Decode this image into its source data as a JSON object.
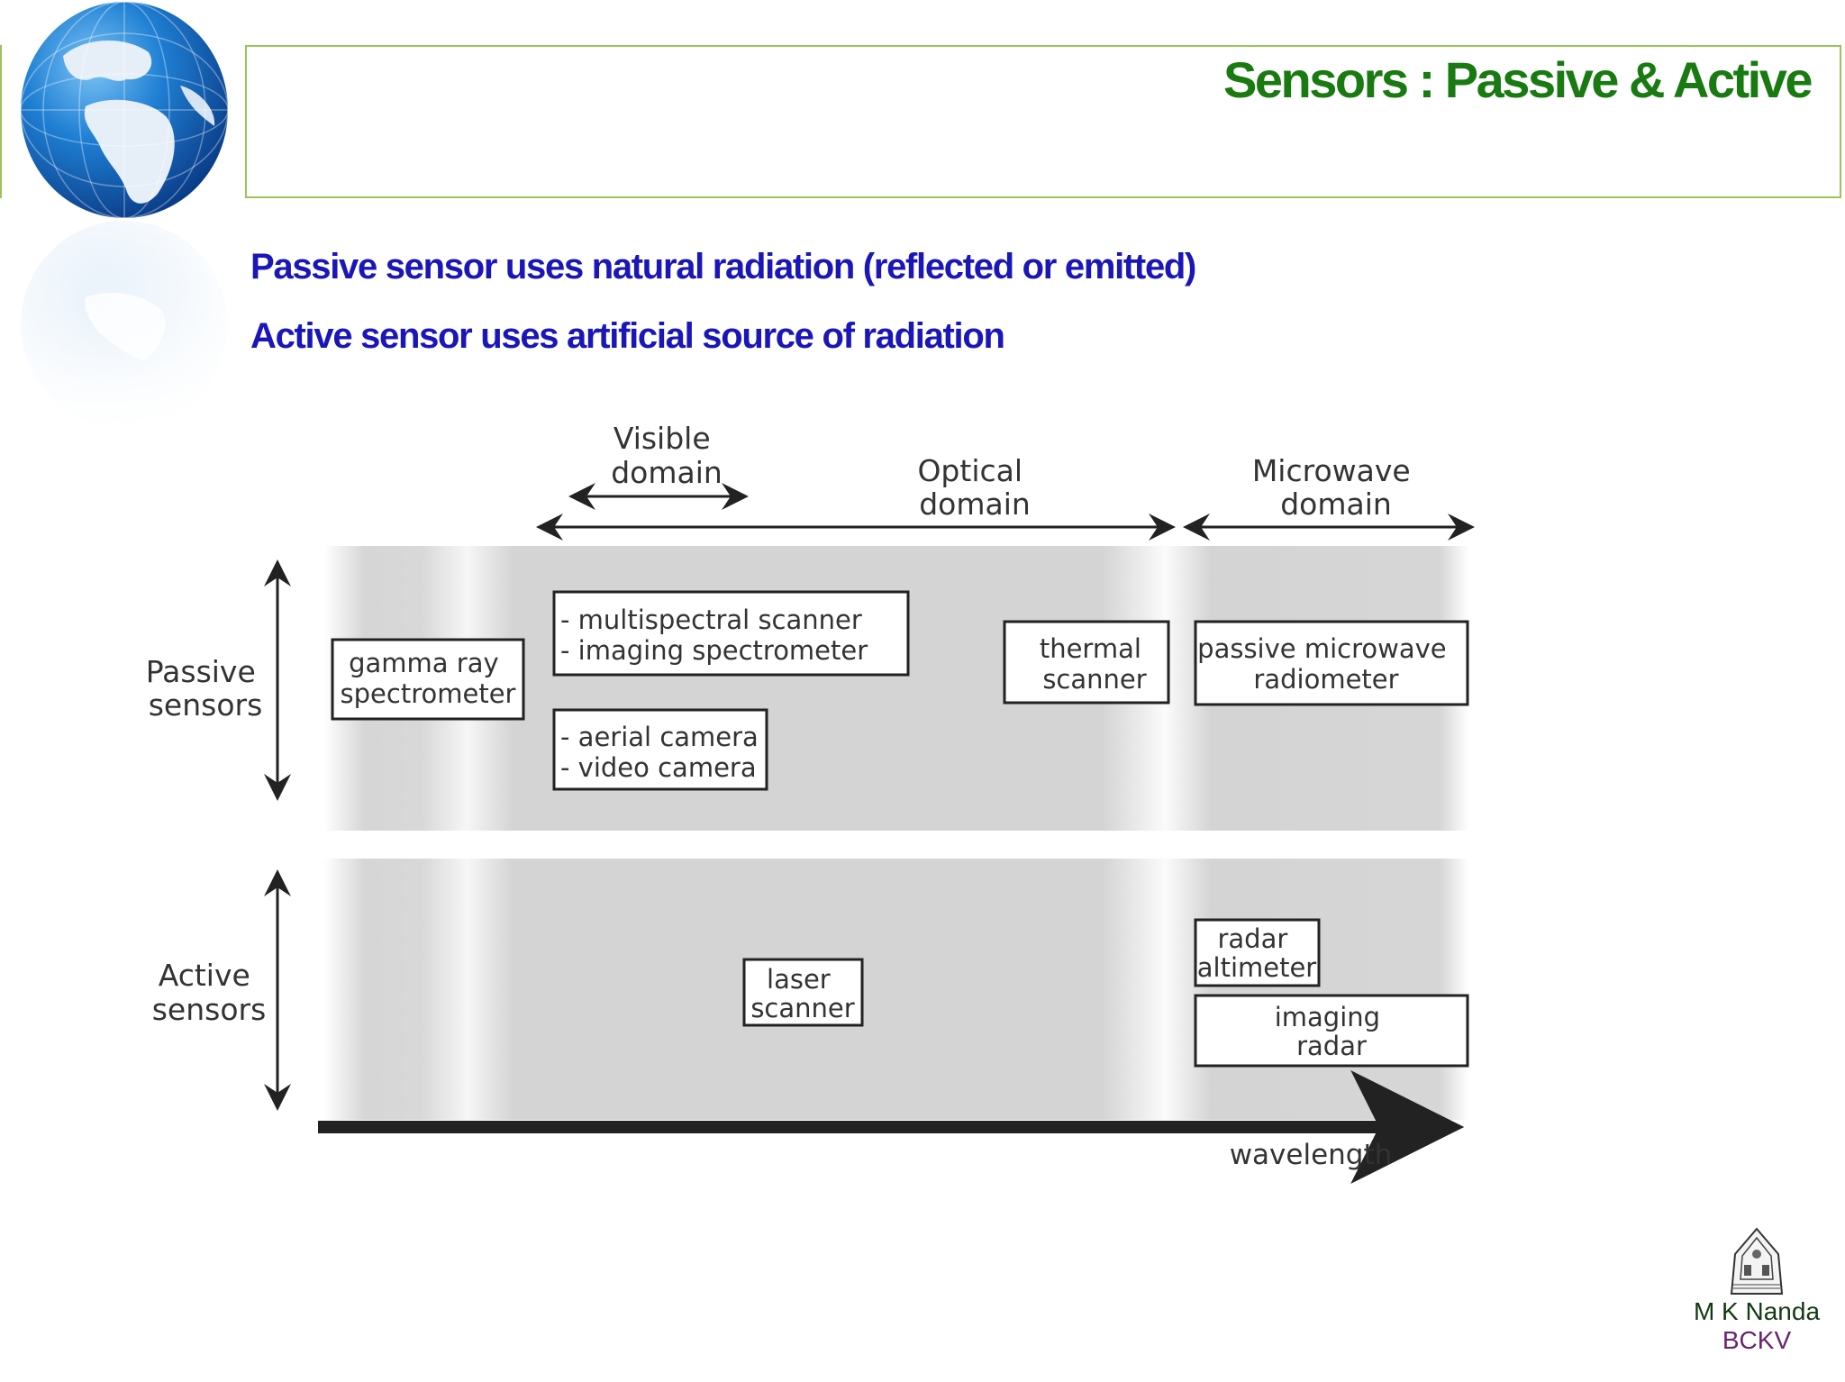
{
  "slide": {
    "title": "Sensors : Passive & Active",
    "bullets": [
      "Passive sensor uses natural radiation (reflected or emitted)",
      "Active sensor uses artificial source of radiation"
    ]
  },
  "diagram": {
    "domains": {
      "visible": [
        "Visible",
        "domain"
      ],
      "optical": [
        "Optical",
        "domain"
      ],
      "microwave": [
        "Microwave",
        "domain"
      ]
    },
    "rows": {
      "passive": [
        "Passive",
        "sensors"
      ],
      "active": [
        "Active",
        "sensors"
      ]
    },
    "boxes": {
      "gamma": [
        "gamma ray",
        "spectrometer"
      ],
      "multispectral": [
        "- multispectral scanner",
        "- imaging spectrometer"
      ],
      "aerial": [
        "- aerial camera",
        "- video camera"
      ],
      "thermal": [
        "thermal",
        "scanner"
      ],
      "passive_microwave": [
        "passive microwave",
        "radiometer"
      ],
      "laser": [
        "laser",
        "scanner"
      ],
      "radar_altimeter": [
        "radar",
        "altimeter"
      ],
      "imaging_radar": [
        "imaging",
        "radar"
      ]
    },
    "axis_label": "wavelength"
  },
  "footer": {
    "author": "M K Nanda",
    "institution": "BCKV"
  },
  "colors": {
    "title": "#1a7a12",
    "bullets": "#1a16b8",
    "frame": "#9cc35a",
    "author": "#123a12",
    "institution": "#6b2270"
  }
}
